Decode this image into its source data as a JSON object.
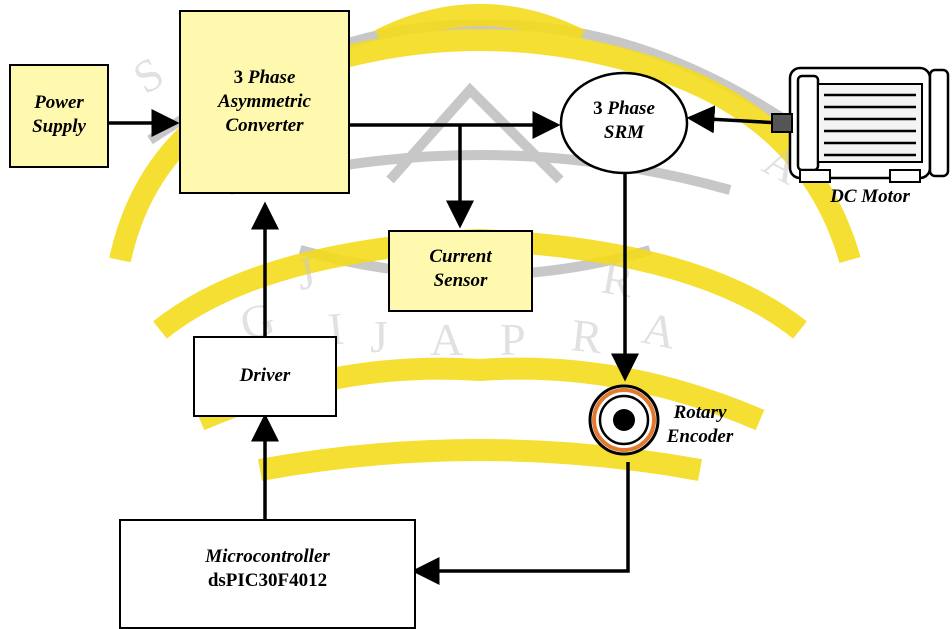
{
  "watermark": {
    "type": "university-seal",
    "color": "#f4dc1c",
    "shadow_color": "#9a9a9a",
    "text": "SOEGIJAPRANATA"
  },
  "colors": {
    "box_fill": "#fff9b0",
    "stroke": "#000000",
    "encoder_ring": "#e07a2e"
  },
  "blocks": {
    "power_supply": {
      "line1": "Power",
      "line2": "Supply"
    },
    "converter": {
      "num": "3",
      "word": "Phase",
      "line2": "Asymmetric",
      "line3": "Converter"
    },
    "srm": {
      "num": "3",
      "word": "Phase",
      "line2": "SRM"
    },
    "dc_motor": {
      "label": "DC Motor"
    },
    "current_sensor": {
      "line1": "Current",
      "line2": "Sensor"
    },
    "driver": {
      "label": "Driver"
    },
    "encoder": {
      "line1": "Rotary",
      "line2": "Encoder"
    },
    "microcontroller": {
      "line1": "Microcontroller",
      "line2": "dsPIC30F4012"
    }
  }
}
